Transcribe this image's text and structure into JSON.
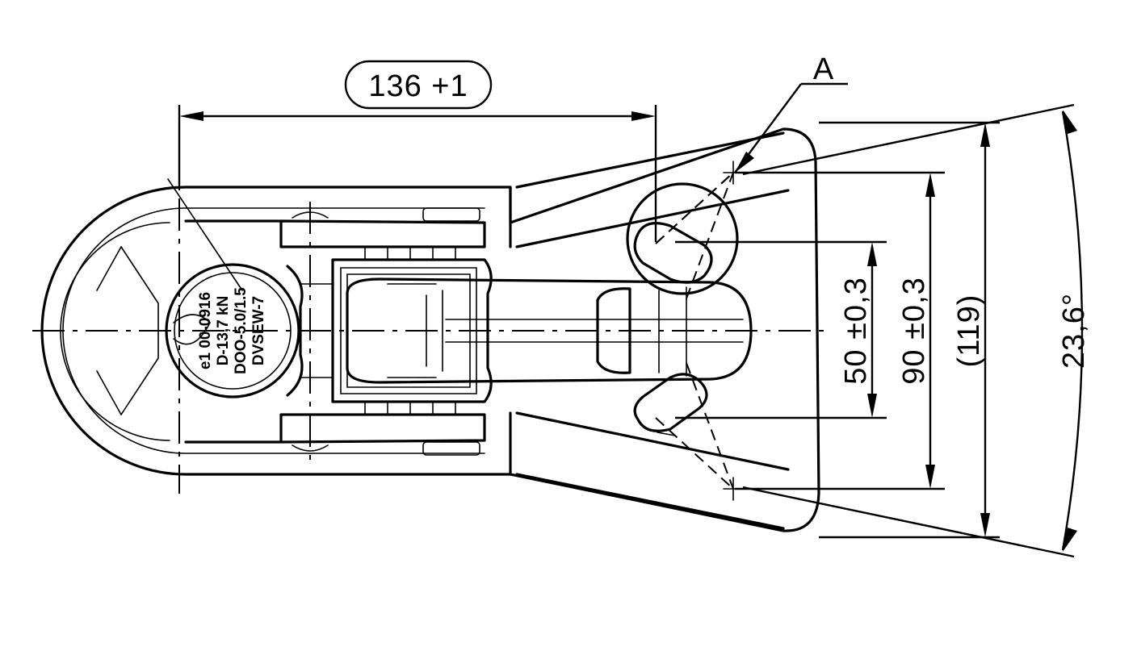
{
  "dimensions": {
    "width_136": "136  +1",
    "dim_50": "50  ±0,3",
    "dim_90": "90  ±0,3",
    "dim_119": "(119)",
    "angle": "23,6°",
    "detail_label": "A"
  },
  "plate_marking": {
    "line1": "e1 00-0916",
    "line2": "D-13,7 kN",
    "line3": "DOO-5.0/1.5",
    "line4": "DVSEW-7"
  },
  "colors": {
    "stroke": "#000000",
    "background": "#ffffff"
  }
}
